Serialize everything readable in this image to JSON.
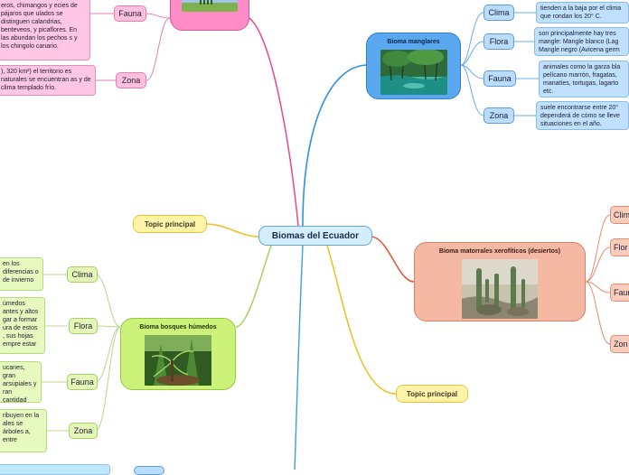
{
  "center": {
    "title": "Biomas del Ecuador"
  },
  "topics": [
    {
      "label": "Topic principal"
    },
    {
      "label": "Topic principal"
    }
  ],
  "manglares": {
    "title": "Bioma manglares",
    "clima": {
      "label": "Clima",
      "text": "tienden a la baja por el clima que rondan los 20° C."
    },
    "flora": {
      "label": "Flora",
      "text": "son principalmente hay tres mangle: Mangle blanco (Lag Mangle negro (Avicena germ"
    },
    "fauna": {
      "label": "Fauna",
      "text": "animales como la garza bla pelícano marrón, fragatas, manatíes, tortugas, lagarto etc."
    },
    "zona": {
      "label": "Zona",
      "text": "suele encontrarse entre 20° dependerá de cómo se lleve situaciones en el año."
    }
  },
  "matorrales": {
    "title": "Bioma matorrales xerofíticos (desiertos)",
    "subs": [
      "Clim",
      "Flor",
      "Faun",
      "Zon"
    ]
  },
  "bosques": {
    "title": "Bioma bosques húmedos",
    "clima": {
      "label": "Clima",
      "text": "en los diferencias o de invierno"
    },
    "flora": {
      "label": "Flora",
      "text": "úmedos antes y altos gar a formar ura de estos , sus hojas empre estar"
    },
    "fauna": {
      "label": "Fauna",
      "text": "ucanes, gran arsupiales y ran cantidad"
    },
    "zona": {
      "label": "Zona",
      "text": "ribuyen en la ales se árboles a, entre"
    }
  },
  "paramo": {
    "fauna": {
      "label": "Fauna",
      "text": "ericanas, lechuzas, patos, eros, chimangos y ecies de pájaros que ulados se distinguen calandrias, benteveos, y picaflores. En las abundan los pechos s y los chingolo canario."
    },
    "zona": {
      "label": "Zona",
      "text": "), 320 km²) el territorio es naturales se encuentran as y de clima templado frío."
    }
  },
  "colors": {
    "blue": "#2f8fe8",
    "red": "#e25a3a",
    "yellow": "#f0c020",
    "green": "#a8d060",
    "pink": "#e04a90",
    "cyan": "#3aa0e0"
  }
}
